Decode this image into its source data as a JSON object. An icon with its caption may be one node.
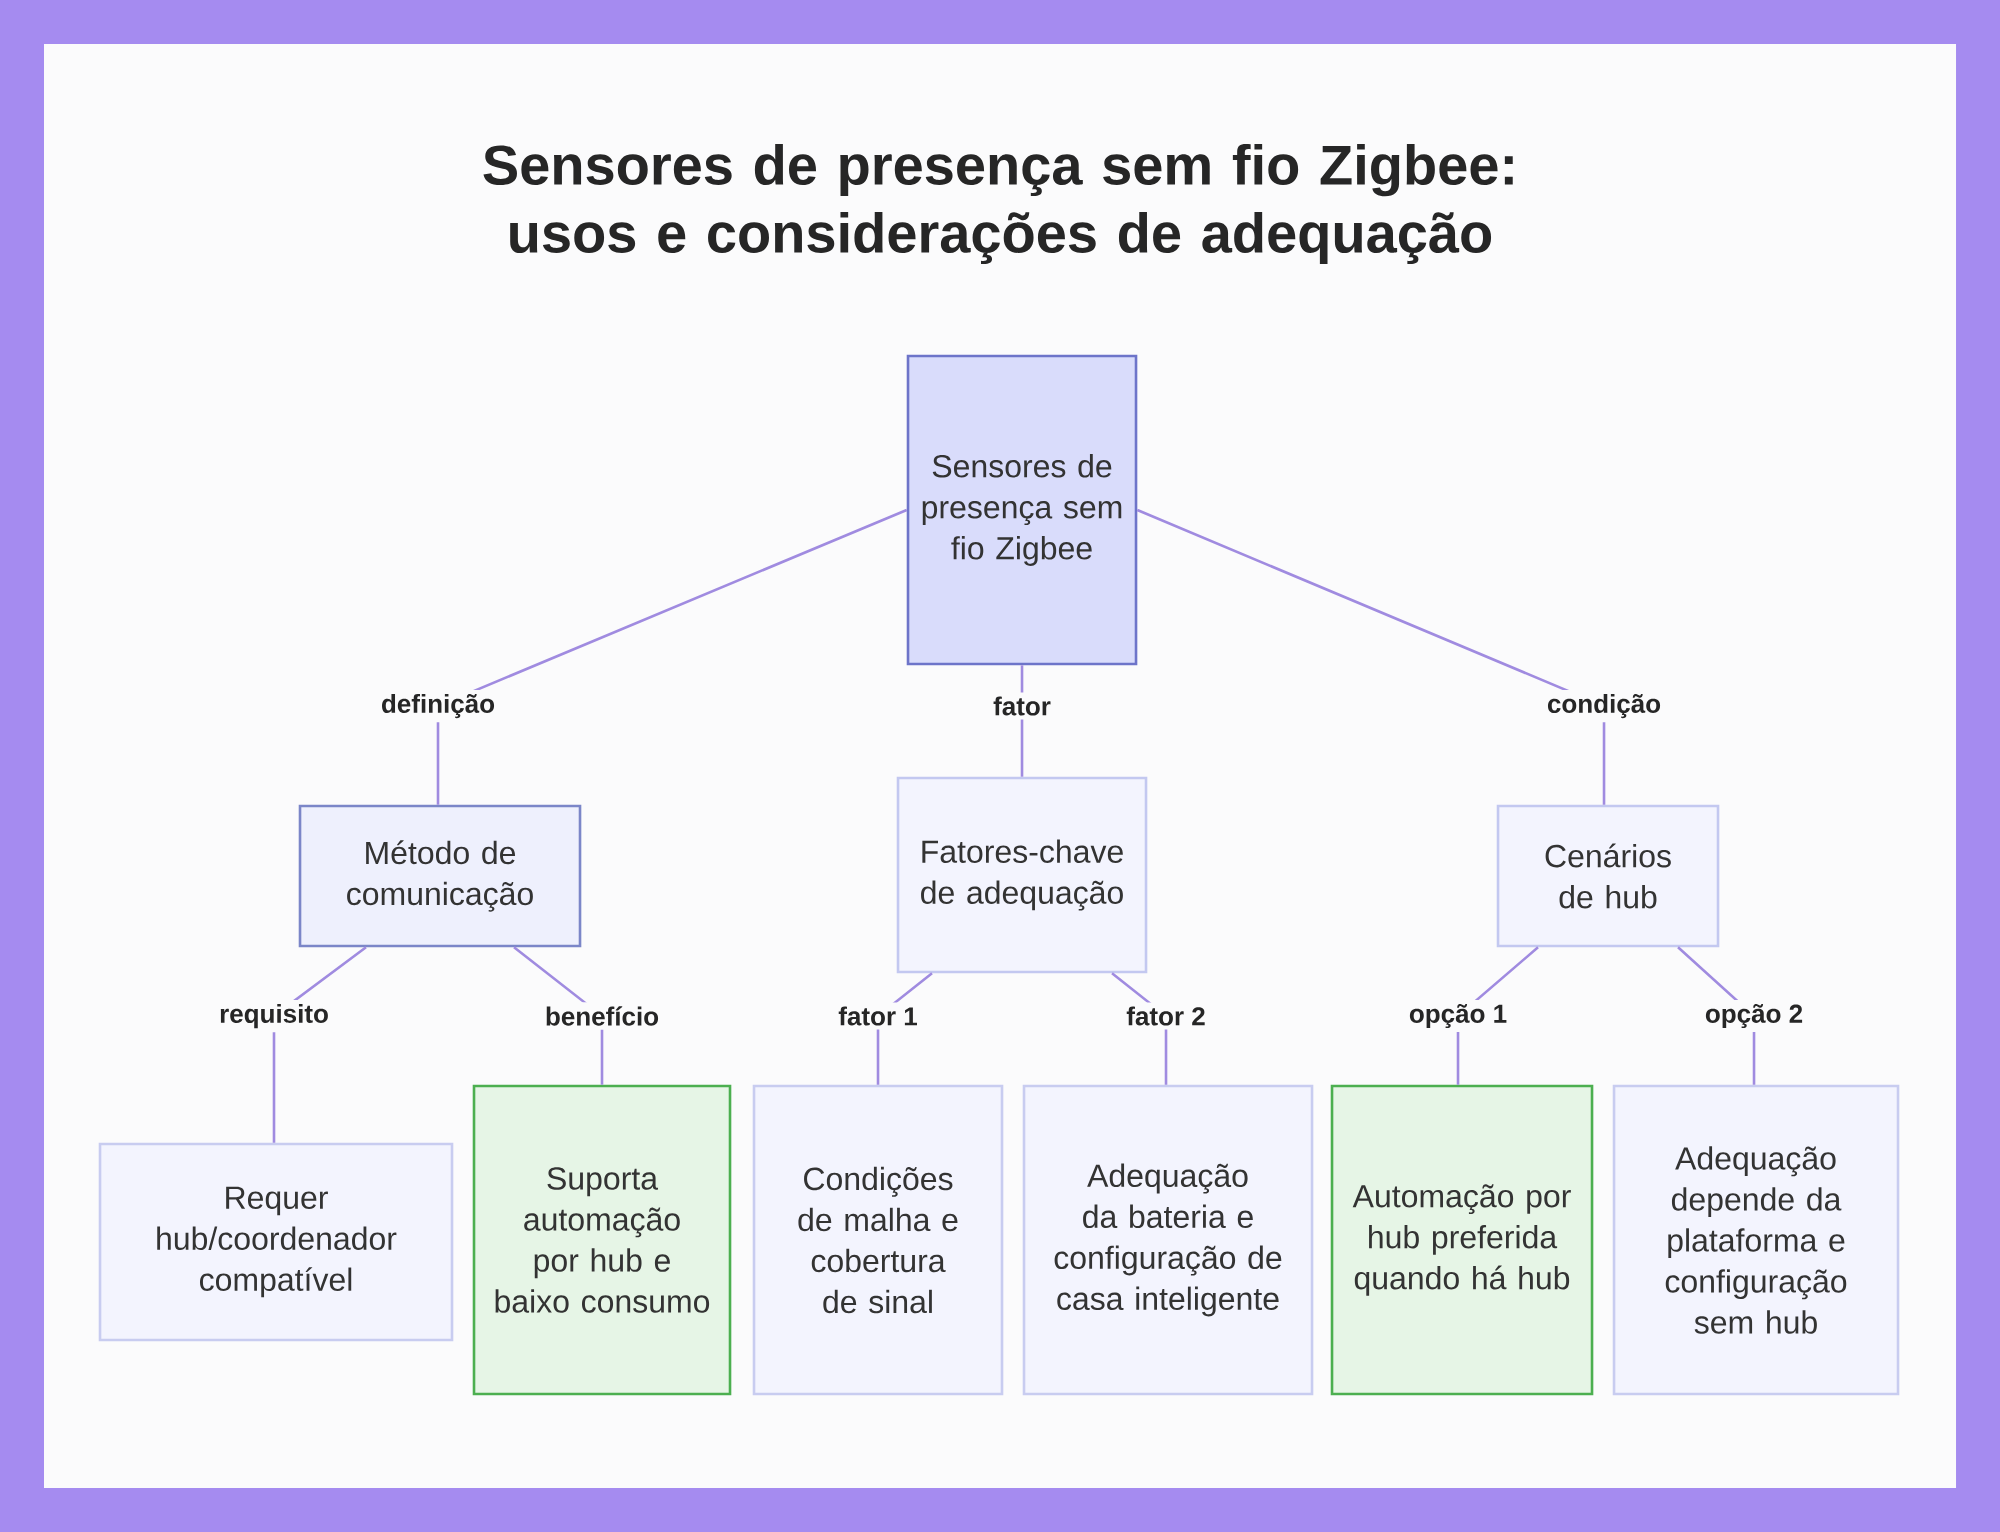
{
  "diagram": {
    "title": "Sensores de presença sem fio Zigbee: usos e considerações de adequação",
    "nodes": [
      {
        "text": [
          "Sensores de presença sem fio Zigbee"
        ]
      },
      {
        "text": [
          "Método de comunicação"
        ]
      },
      {
        "text": [
          "Fatores-chave de adequação"
        ]
      },
      {
        "text": [
          "Cenários de hub"
        ]
      },
      {
        "text": [
          "Requer hub/coordenador compatível"
        ]
      },
      {
        "text": [
          "Suporta automação por hub e baixo consumo"
        ]
      },
      {
        "text": [
          "Condições de malha e cobertura de sinal"
        ]
      },
      {
        "text": [
          "Adequação da bateria e configuração de casa inteligente"
        ]
      },
      {
        "text": [
          "Automação por hub preferida quando há hub"
        ]
      },
      {
        "text": [
          "Adequação depende da plataforma e configuração sem hub"
        ]
      }
    ],
    "edges": [
      {
        "from": 0,
        "to": 1,
        "arrow": "none",
        "label": "definição"
      },
      {
        "from": 0,
        "to": 2,
        "arrow": "none",
        "label": "fator"
      },
      {
        "from": 0,
        "to": 3,
        "arrow": "none",
        "label": "condição"
      },
      {
        "from": 1,
        "to": 4,
        "arrow": "none",
        "label": "requisito"
      },
      {
        "from": 1,
        "to": 5,
        "arrow": "none",
        "label": "benefício"
      },
      {
        "from": 2,
        "to": 6,
        "arrow": "none",
        "label": "fator 1"
      },
      {
        "from": 2,
        "to": 7,
        "arrow": "none",
        "label": "fator 2"
      },
      {
        "from": 3,
        "to": 8,
        "arrow": "none",
        "label": "opção 1"
      },
      {
        "from": 3,
        "to": 9,
        "arrow": "none",
        "label": "opção 2"
      }
    ]
  }
}
